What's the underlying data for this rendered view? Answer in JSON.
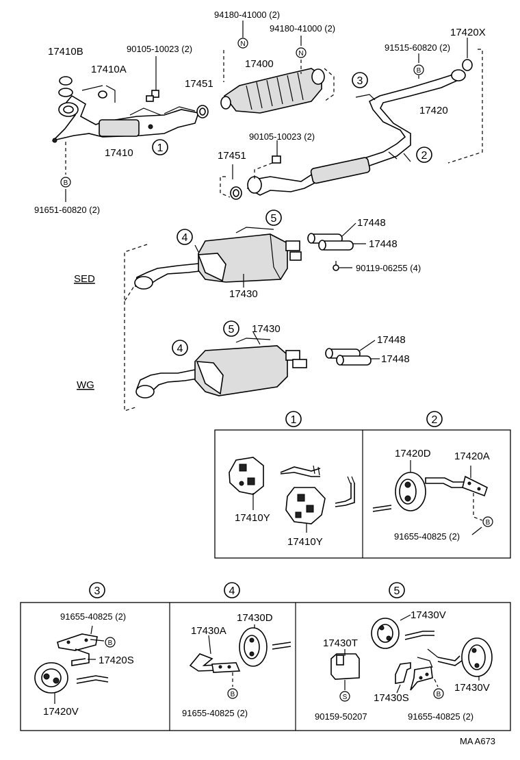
{
  "parts": {
    "p17410B": "17410B",
    "p17410A": "17410A",
    "p90105a": "90105-10023 (2)",
    "p17451a": "17451",
    "p94180a": "94180-41000 (2)",
    "p94180b": "94180-41000 (2)",
    "p17400": "17400",
    "p91515": "91515-60820 (2)",
    "p17420X": "17420X",
    "p17420": "17420",
    "p17410": "17410",
    "p90105b": "90105-10023 (2)",
    "p17451b": "17451",
    "p91651": "91651-60820 (2)",
    "p17448a": "17448",
    "p17448b": "17448",
    "p90119": "90119-06255 (4)",
    "p17430sed": "17430",
    "p17430wg": "17430",
    "p17448c": "17448",
    "p17448d": "17448",
    "p17410Y1": "17410Y",
    "p17410Y2": "17410Y",
    "p17420D": "17420D",
    "p17420A": "17420A",
    "p91655_2": "91655-40825 (2)",
    "p91655_3": "91655-40825 (2)",
    "p17420S": "17420S",
    "p17420V": "17420V",
    "p17430A": "17430A",
    "p17430D": "17430D",
    "p91655_4": "91655-40825 (2)",
    "p17430V1": "17430V",
    "p17430T": "17430T",
    "p17430S": "17430S",
    "p17430V2": "17430V",
    "p90159": "90159-50207",
    "p91655_5": "91655-40825 (2)"
  },
  "variants": {
    "sed": "SED",
    "wg": "WG"
  },
  "callouts": {
    "c1": "1",
    "c2": "2",
    "c3": "3",
    "c4": "4",
    "c5": "5"
  },
  "bubbles": {
    "n": "N",
    "b": "B",
    "s": "S"
  },
  "footer": "MA  A673"
}
